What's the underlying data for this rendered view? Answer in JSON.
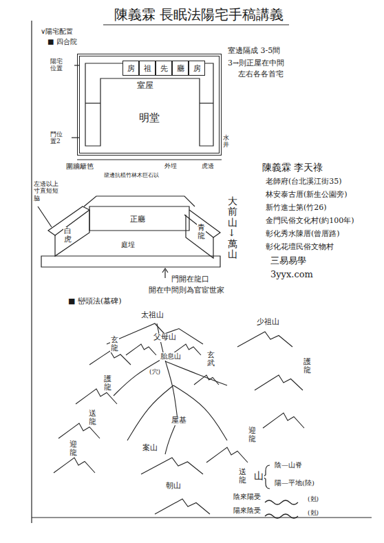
{
  "diagram": {
    "title": "陳義霖 長眠法陽宅手稿講義",
    "nodes": [
      {
        "text": [
          "明堂"
        ]
      },
      {
        "text": [
          "房"
        ],
        "in": 0
      },
      {
        "text": [
          "祖"
        ],
        "in": 0
      },
      {
        "text": [
          "先"
        ],
        "in": 0
      },
      {
        "text": [
          "廳"
        ],
        "in": 0
      },
      {
        "text": [
          "房"
        ],
        "in": 0
      }
    ],
    "labels": [
      "∨陽宅配置",
      "■ 四合院",
      "陽宅位置",
      "門位置2",
      "圍牆籬笆",
      "外埕",
      "龍邊抗植竹林木巨石以",
      "虎邊",
      "水井",
      "室屋",
      "室邊隔成 3-5間",
      "3→則正屋在中間",
      "左右各各首宅",
      "陳義霖 李天祿",
      "老師府(台北溪江街35)",
      "林安泰古厝(新生公園旁)",
      "新竹進士第(竹26)",
      "金門民俗文化村(約100年)",
      "彰化秀水陳厝(曾厝路)",
      "彰化花壇民俗文物村",
      "三易易學",
      "3yyx.com",
      "左邊以上寸直短短脇",
      "白虎",
      "正廳",
      "青龍",
      "庭埕",
      "大前山↓萬山",
      "門開在龍口",
      "開在中間則為官宦世家",
      "■ 巒頭法(墓碑)",
      "太祖山",
      "少祖山",
      "父母山",
      "胎息山",
      "玄龍",
      "護龍",
      "送龍",
      "迎龍",
      "(穴)",
      "玄武",
      "護龍",
      "屋基",
      "案山",
      "朝山",
      "迎龍",
      "送龍",
      "山",
      "陰—山脊",
      "陽—平地(陸)",
      "陰來陽受",
      "(剋)",
      "陽來陰受",
      "(剋)"
    ]
  }
}
